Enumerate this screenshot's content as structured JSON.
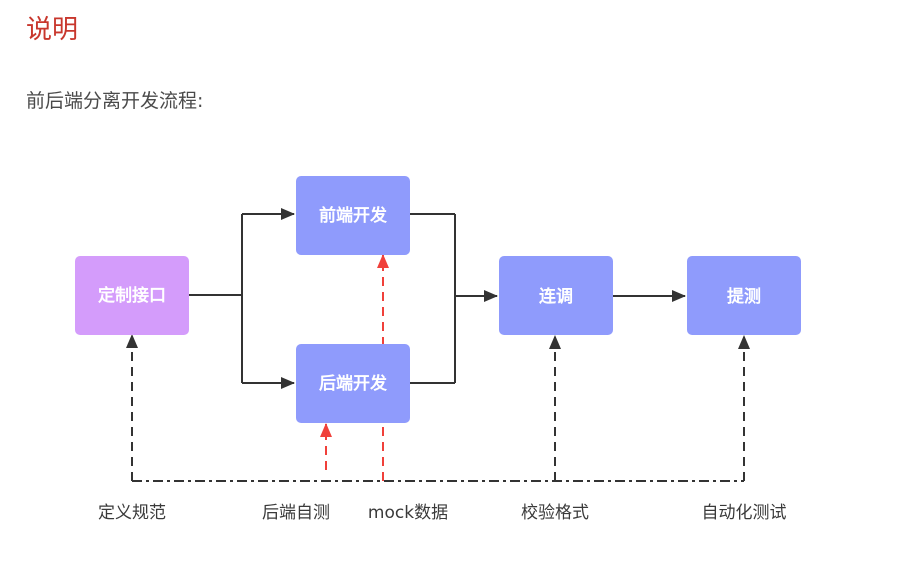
{
  "header": {
    "title": "说明",
    "subtitle": "前后端分离开发流程:"
  },
  "colors": {
    "title": "#c8372d",
    "node_purple": "#d49cfb",
    "node_blue": "#8f9bfc",
    "line": "#333333",
    "red_dashed": "#f0403a"
  },
  "diagram": {
    "nodes": [
      {
        "id": "define-interface",
        "label": "定制接口",
        "color": "purple"
      },
      {
        "id": "frontend-dev",
        "label": "前端开发",
        "color": "blue"
      },
      {
        "id": "backend-dev",
        "label": "后端开发",
        "color": "blue"
      },
      {
        "id": "integration",
        "label": "连调",
        "color": "blue"
      },
      {
        "id": "submit-test",
        "label": "提测",
        "color": "blue"
      }
    ],
    "edges": [
      {
        "from": "define-interface",
        "to": "frontend-dev",
        "style": "solid"
      },
      {
        "from": "define-interface",
        "to": "backend-dev",
        "style": "solid"
      },
      {
        "from": "frontend-dev",
        "to": "integration",
        "style": "solid"
      },
      {
        "from": "backend-dev",
        "to": "integration",
        "style": "solid"
      },
      {
        "from": "integration",
        "to": "submit-test",
        "style": "solid"
      },
      {
        "from": "mock-data",
        "to": "frontend-dev",
        "style": "red-dashed"
      },
      {
        "from": "backend-self-test",
        "to": "backend-dev",
        "style": "red-dashed"
      },
      {
        "from": "define-spec",
        "to": "define-interface",
        "style": "dash-dot"
      },
      {
        "from": "validate-format",
        "to": "integration",
        "style": "dash-dot"
      },
      {
        "from": "automated-test",
        "to": "submit-test",
        "style": "dash-dot"
      }
    ],
    "bottom_labels": [
      {
        "id": "define-spec",
        "label": "定义规范"
      },
      {
        "id": "backend-self-test",
        "label": "后端自测"
      },
      {
        "id": "mock-data",
        "label": "mock数据"
      },
      {
        "id": "validate-format",
        "label": "校验格式"
      },
      {
        "id": "automated-test",
        "label": "自动化测试"
      }
    ]
  }
}
